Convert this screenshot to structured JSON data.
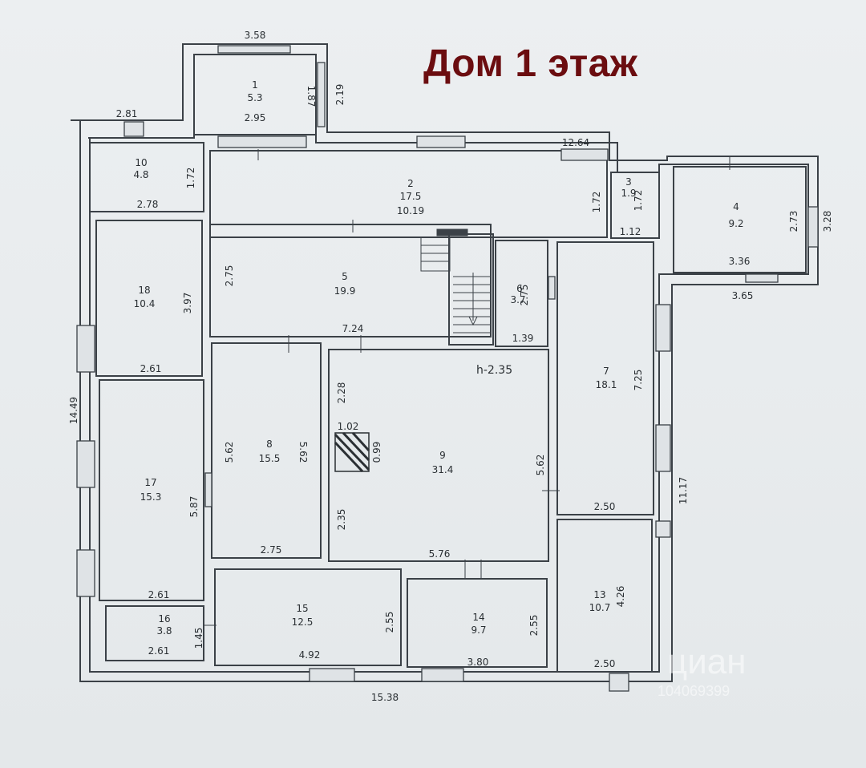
{
  "heading": "Дом 1 этаж",
  "height_note": "h-2.35",
  "watermark": {
    "brand": "циан",
    "id": "104069399"
  },
  "rooms": [
    {
      "no": "1",
      "area": "5.3"
    },
    {
      "no": "2",
      "area": "17.5"
    },
    {
      "no": "3",
      "area": "1.9"
    },
    {
      "no": "4",
      "area": "9.2"
    },
    {
      "no": "5",
      "area": "19.9"
    },
    {
      "no": "6",
      "area": "3.7"
    },
    {
      "no": "7",
      "area": "18.1"
    },
    {
      "no": "8",
      "area": "15.5"
    },
    {
      "no": "9",
      "area": "31.4"
    },
    {
      "no": "10",
      "area": "4.8"
    },
    {
      "no": "13",
      "area": "10.7"
    },
    {
      "no": "14",
      "area": "9.7"
    },
    {
      "no": "15",
      "area": "12.5"
    },
    {
      "no": "16",
      "area": "3.8"
    },
    {
      "no": "17",
      "area": "15.3"
    },
    {
      "no": "18",
      "area": "10.4"
    }
  ],
  "dims": {
    "d1": "3.58",
    "d2": "2.95",
    "d3": "1.87",
    "d4": "2.19",
    "d5": "2.81",
    "d6": "12.64",
    "d7": "1.72",
    "d8": "2.78",
    "d9": "10.19",
    "d10": "1.72",
    "d11": "1.72",
    "d12": "1.12",
    "d13": "2.73",
    "d14": "3.28",
    "d15": "3.36",
    "d16": "3.65",
    "d17": "2.75",
    "d18": "3.97",
    "d19": "7.24",
    "d20": "2.75",
    "d21": "1.39",
    "d22": "2.61",
    "d23": "14.49",
    "d24": "2.28",
    "d25": "1.02",
    "d26": "0.99",
    "d27": "5.62",
    "d28": "5.62",
    "d29": "5.62",
    "d30": "7.25",
    "d31": "5.87",
    "d32": "2.35",
    "d33": "2.75",
    "d34": "5.76",
    "d35": "2.50",
    "d36": "11.17",
    "d37": "2.61",
    "d38": "4.26",
    "d39": "1.45",
    "d40": "2.55",
    "d41": "2.55",
    "d42": "2.61",
    "d43": "4.92",
    "d44": "3.80",
    "d45": "2.50",
    "d46": "15.38"
  }
}
